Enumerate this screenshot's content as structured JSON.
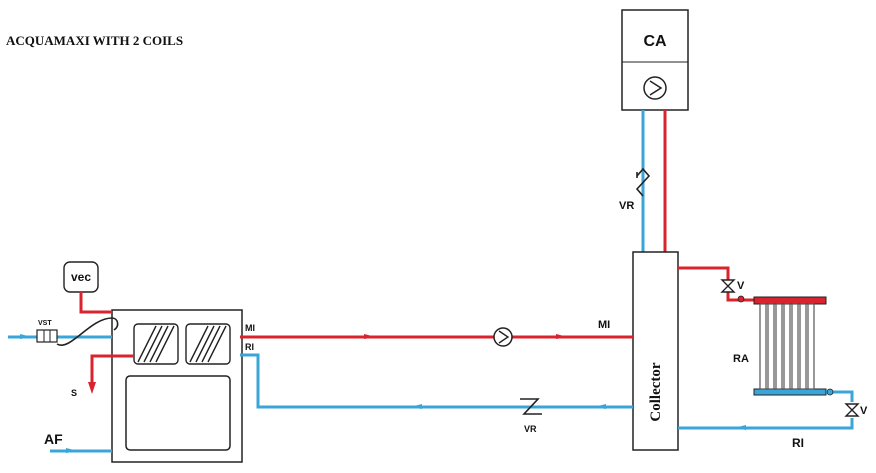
{
  "title": "ACQUAMAXI WITH 2 COILS",
  "labels": {
    "ca": "CA",
    "vr_top": "VR",
    "vec": "vec",
    "vst": "VST",
    "s": "S",
    "af": "AF",
    "mi_tank": "MI",
    "ri_tank": "RI",
    "mi_line": "MI",
    "vr_bottom": "VR",
    "collector": "Collector",
    "v_top": "V",
    "ra": "RA",
    "v_bottom": "V",
    "ri_line": "RI"
  },
  "colors": {
    "hot": "#d9232e",
    "cold": "#3aa6d8",
    "outline": "#222222"
  }
}
